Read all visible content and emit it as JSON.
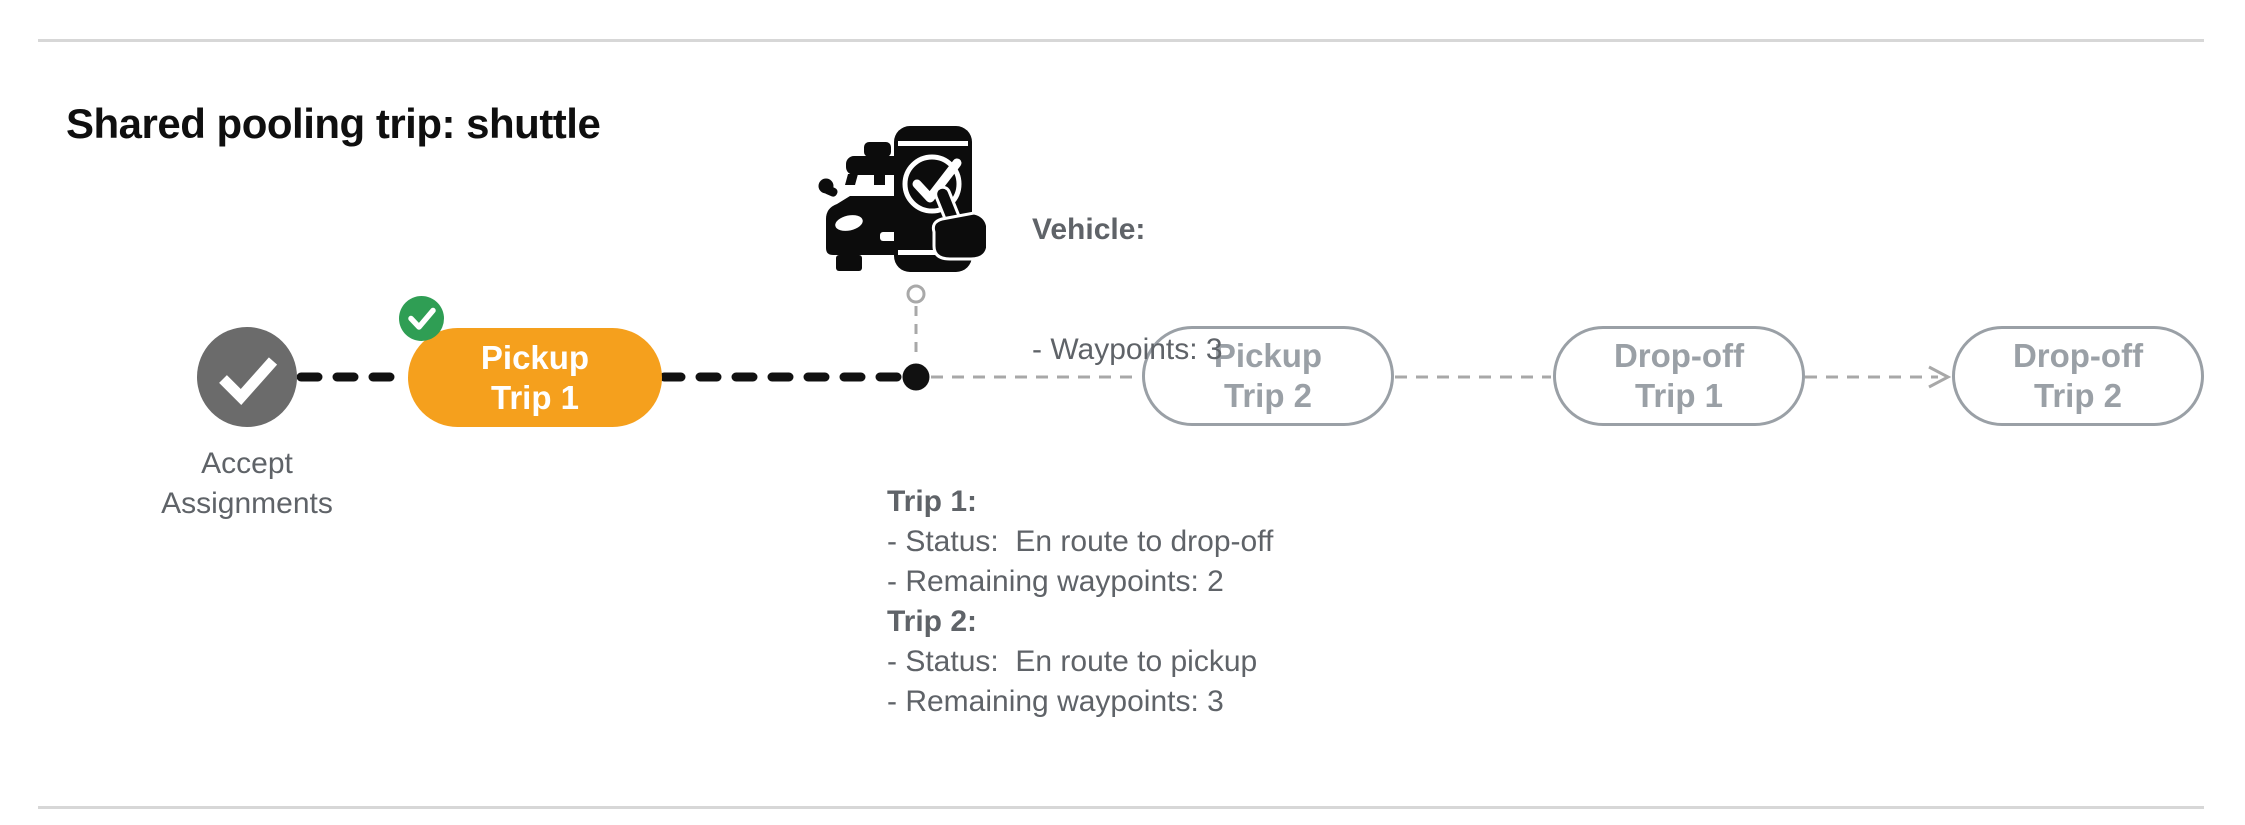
{
  "title": "Shared pooling trip: shuttle",
  "colors": {
    "accent_orange": "#F5A01D",
    "success_green": "#2F9E54",
    "completed_gray": "#6B6B6B",
    "pending_gray": "#9AA0A6",
    "text_gray": "#5F6368",
    "divider_gray": "#D7D7D7",
    "line_black": "#111111"
  },
  "flow": {
    "accept": {
      "label": "Accept\nAssignments",
      "icon": "check"
    },
    "nodes": [
      {
        "id": "pickup-trip-1",
        "line1": "Pickup",
        "line2": "Trip 1",
        "state": "active"
      },
      {
        "id": "pickup-trip-2",
        "line1": "Pickup",
        "line2": "Trip 2",
        "state": "pending"
      },
      {
        "id": "dropoff-trip-1",
        "line1": "Drop-off",
        "line2": "Trip 1",
        "state": "pending"
      },
      {
        "id": "dropoff-trip-2",
        "line1": "Drop-off",
        "line2": "Trip 2",
        "state": "pending"
      }
    ]
  },
  "vehicle_info": {
    "heading": "Vehicle:",
    "bullet": "- Waypoints: 3"
  },
  "trip_info": {
    "trip1": {
      "heading": "Trip 1:",
      "bullets": [
        "- Status:  En route to drop-off",
        "- Remaining waypoints: 2"
      ]
    },
    "trip2": {
      "heading": "Trip 2:",
      "bullets": [
        "- Status:  En route to pickup",
        "- Remaining waypoints: 3"
      ]
    }
  }
}
